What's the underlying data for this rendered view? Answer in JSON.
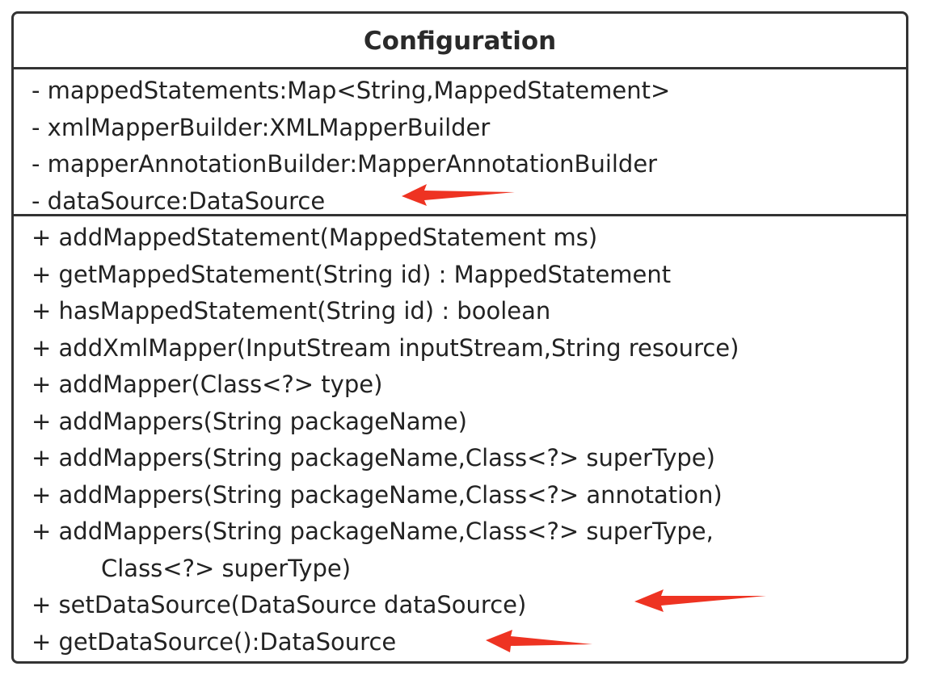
{
  "class": {
    "name": "Configuration",
    "attributes": [
      "- mappedStatements:Map<String,MappedStatement>",
      "- xmlMapperBuilder:XMLMapperBuilder",
      "- mapperAnnotationBuilder:MapperAnnotationBuilder",
      "- dataSource:DataSource"
    ],
    "operations": [
      "+ addMappedStatement(MappedStatement ms)",
      "+ getMappedStatement(String id) : MappedStatement",
      "+ hasMappedStatement(String id) : boolean",
      "+ addXmlMapper(InputStream inputStream,String resource)",
      "+ addMapper(Class<?> type)",
      "+ addMappers(String packageName)",
      "+ addMappers(String packageName,Class<?> superType)",
      "+ addMappers(String packageName,Class<?> annotation)",
      "+ addMappers(String packageName,Class<?> superType,",
      "Class<?> superType)",
      "+ setDataSource(DataSource dataSource)",
      "+ getDataSource():DataSource"
    ]
  },
  "colors": {
    "border": "#333333",
    "text": "#222222",
    "arrow": "#ee3322"
  },
  "icons": {
    "highlight_marker": "red-arrow-icon"
  }
}
